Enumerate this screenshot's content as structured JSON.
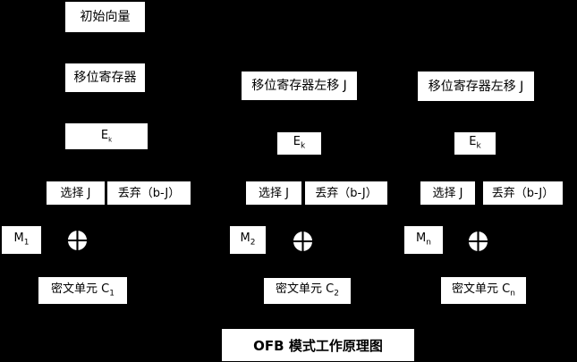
{
  "colors": {
    "background": "#000000",
    "box_background": "#ffffff",
    "box_text": "#000000"
  },
  "title": {
    "text": "OFB 模式工作原理图"
  },
  "columns": [
    {
      "iv_label": "初始向量",
      "shift_label": "移位寄存器",
      "cipher_base": "E",
      "cipher_sub": "k",
      "select_label": "选择 J",
      "discard_label": "丢弃（b-J）",
      "message_base": "M",
      "message_sub": "1",
      "xor_icon": "xor-circle",
      "cipher_unit_base": "密文单元 C",
      "cipher_unit_sub": "1"
    },
    {
      "shift_label": "移位寄存器左移 J",
      "cipher_base": "E",
      "cipher_sub": "k",
      "select_label": "选择 J",
      "discard_label": "丢弃（b-J）",
      "message_base": "M",
      "message_sub": "2",
      "xor_icon": "xor-circle",
      "cipher_unit_base": "密文单元 C",
      "cipher_unit_sub": "2"
    },
    {
      "shift_label": "移位寄存器左移 J",
      "cipher_base": "E",
      "cipher_sub": "k",
      "select_label": "选择 J",
      "discard_label": "丢弃（b-J）",
      "message_base": "M",
      "message_sub": "n",
      "xor_icon": "xor-circle",
      "cipher_unit_base": "密文单元 C",
      "cipher_unit_sub": "n"
    }
  ]
}
